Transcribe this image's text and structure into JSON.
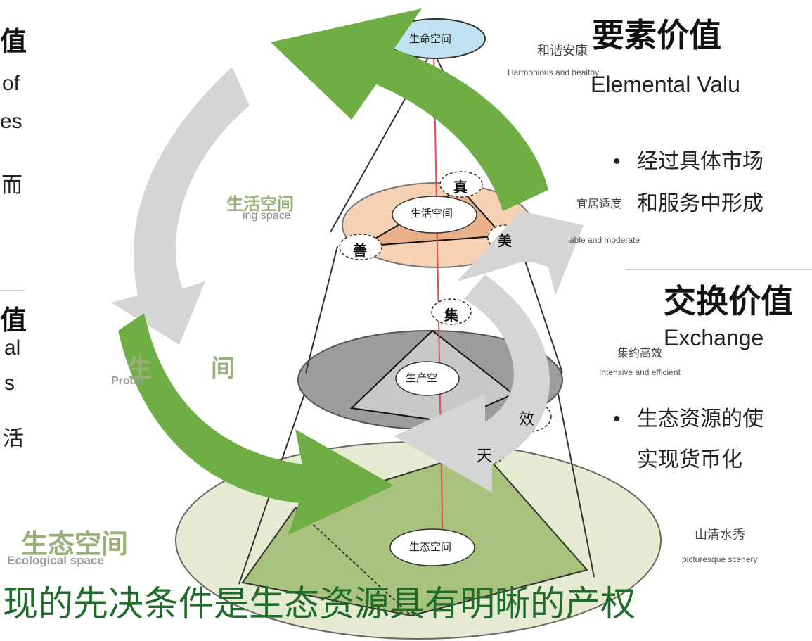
{
  "left_panel": {
    "block1": {
      "title_fragment": "值",
      "line1": "of",
      "line2": "es",
      "line3": "而"
    },
    "block2": {
      "title_fragment": "值",
      "line1": "al",
      "line2": "s",
      "line3": "活"
    }
  },
  "right_panel": {
    "elemental": {
      "title": "要素价值",
      "subtitle": "Elemental Valu",
      "bullet_line1": "经过具体市场",
      "bullet_line2": "和服务中形成"
    },
    "exchange": {
      "title": "交换价值",
      "subtitle": "Exchange",
      "bullet_line1": "生态资源的使",
      "bullet_line2": "实现货币化"
    },
    "bullet_symbol": "•"
  },
  "bottom_statement": "现的先决条件是生态资源具有明晰的产权",
  "diagram": {
    "top_node": "生命空间",
    "living_space": {
      "title": "生活空间",
      "en": "ing space",
      "center": "生活空间"
    },
    "production_space": {
      "title": "生",
      "title_tail": "间",
      "en_head": "Produ",
      "center": "生产空"
    },
    "ecological_space": {
      "title": "生态空间",
      "en": "Ecological space",
      "center": "生态空间"
    },
    "virtues": {
      "zhen": "真",
      "shan": "善",
      "mei": "美",
      "ji": "集",
      "xiao": "效",
      "tian": "天"
    },
    "side_labels": {
      "harmonious_cn": "和谐安康",
      "harmonious_en": "Harmonious and healthy",
      "livable_cn": "宜居适度",
      "livable_en": "able and moderate",
      "intensive_cn": "集约高效",
      "intensive_en": "Intensive and efficient",
      "scenery_cn": "山清水秀",
      "scenery_en": "picturesque scenery"
    }
  },
  "colors": {
    "green_arrow": "#6fae45",
    "gray_arrow": "#d5d5d5",
    "ecological_fill": "#e6ecd2",
    "ecological_triangle": "#a9c27e",
    "production_fill": "#9c9c9c",
    "living_fill": "#f6d1b4",
    "top_node_fill": "#bfe3f1",
    "bottom_text": "#1f6b2a"
  }
}
